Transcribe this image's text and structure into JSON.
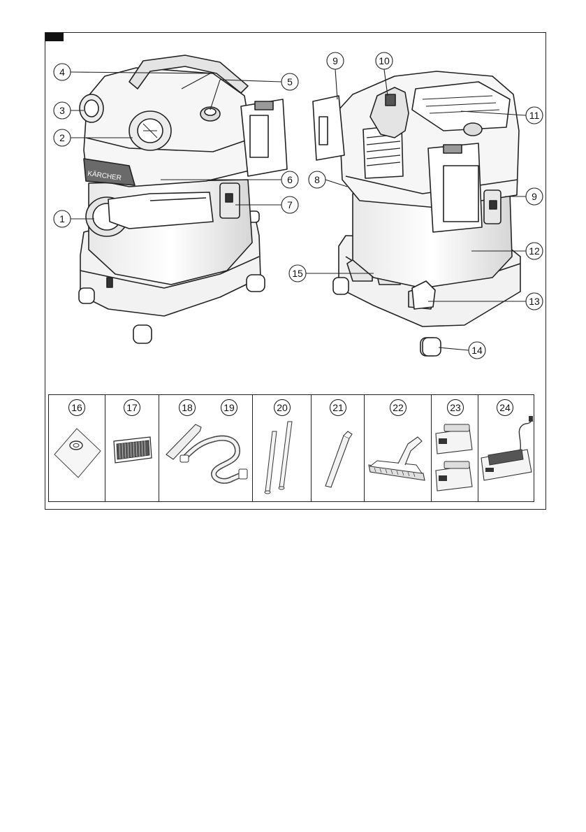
{
  "brand_label": "KÄRCHER",
  "callouts_front": [
    "1",
    "2",
    "3",
    "4",
    "5",
    "6",
    "7"
  ],
  "callouts_back": [
    "8",
    "9",
    "10",
    "11",
    "9",
    "12",
    "13",
    "14",
    "15"
  ],
  "accessories": [
    {
      "num": "16",
      "icon": "filter-bag-icon"
    },
    {
      "num": "17",
      "icon": "flat-pleated-filter-icon"
    },
    {
      "num": "18",
      "num2": "19",
      "icon": "hose-icon"
    },
    {
      "num": "20",
      "icon": "suction-tubes-icon"
    },
    {
      "num": "21",
      "icon": "crevice-nozzle-icon"
    },
    {
      "num": "22",
      "icon": "floor-nozzle-icon"
    },
    {
      "num": "23",
      "icon": "battery-pack-icon"
    },
    {
      "num": "24",
      "icon": "battery-charger-icon"
    }
  ],
  "colors": {
    "line": "#222222",
    "fill_light": "#f4f4f4",
    "fill_mid": "#d8d8d8",
    "fill_dark": "#6e6e6e"
  }
}
